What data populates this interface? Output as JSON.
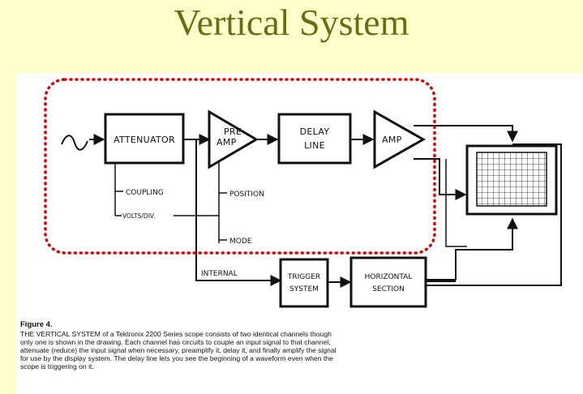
{
  "slide": {
    "title": "Vertical System"
  },
  "diagram": {
    "blocks": {
      "attenuator": "ATTENUATOR",
      "preamp_line1": "PRE",
      "preamp_line2": "AMP",
      "delay_line1": "DELAY",
      "delay_line2": "LINE",
      "amp": "AMP",
      "trigger_line1": "TRIGGER",
      "trigger_line2": "SYSTEM",
      "horizontal_line1": "HORIZONTAL",
      "horizontal_line2": "SECTION"
    },
    "labels": {
      "coupling": "COUPLING",
      "volts_div": "VOLTS/DIV.",
      "position": "POSITION",
      "mode": "MODE",
      "internal": "INTERNAL"
    },
    "colors": {
      "highlight": "#dd0000"
    }
  },
  "caption": {
    "heading": "Figure 4.",
    "body": "THE VERTICAL SYSTEM of a Tektronix 2200 Series scope consists of two identical channels though only one is shown in the drawing. Each channel has circuits to couple an input signal to that channel, attenuate (reduce) the input signal when necessary, preamplify it, delay it, and finally amplify the signal for use by the display system. The delay line lets you see the beginning of a waveform even when the scope is triggering on it."
  }
}
